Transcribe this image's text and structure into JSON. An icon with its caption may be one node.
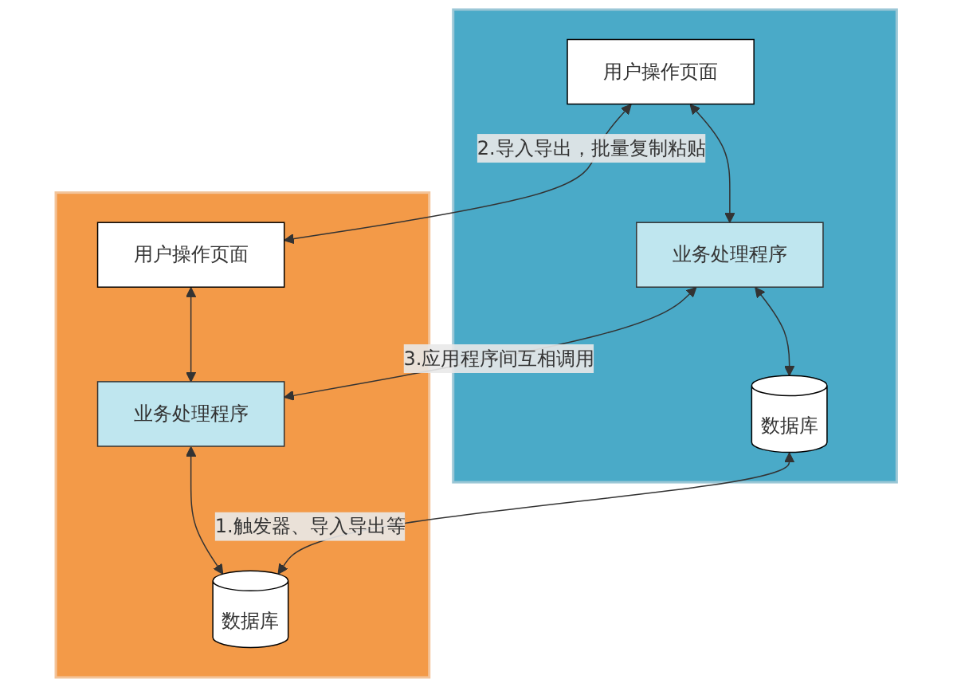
{
  "diagram": {
    "nodes": [
      {
        "text": [],
        "shape": "box"
      },
      {
        "text": [
          "用户操作页面"
        ],
        "in": 0
      },
      {
        "text": [
          "业务处理程序"
        ],
        "in": 0
      },
      {
        "text": [
          "数据库"
        ],
        "in": 0
      },
      {
        "text": [],
        "shape": "box"
      },
      {
        "text": [
          "用户操作页面"
        ],
        "in": 4
      },
      {
        "text": [
          "业务处理程序"
        ],
        "in": 4
      },
      {
        "text": [
          "数据库"
        ],
        "in": 4
      }
    ],
    "edges": [
      {
        "from": 1,
        "to": 2,
        "arrow": "both"
      },
      {
        "from": 2,
        "to": 3,
        "arrow": "both"
      },
      {
        "from": 5,
        "to": 6,
        "arrow": "both"
      },
      {
        "from": 6,
        "to": 7,
        "arrow": "both"
      },
      {
        "from": 1,
        "to": 5,
        "arrow": "both",
        "label": "2.导入导出，批量复制粘贴"
      },
      {
        "from": 2,
        "to": 6,
        "arrow": "both",
        "label": "3.应用程序间互相调用"
      },
      {
        "from": 3,
        "to": 7,
        "arrow": "both",
        "label": "1.触发器、导入导出等"
      }
    ]
  }
}
